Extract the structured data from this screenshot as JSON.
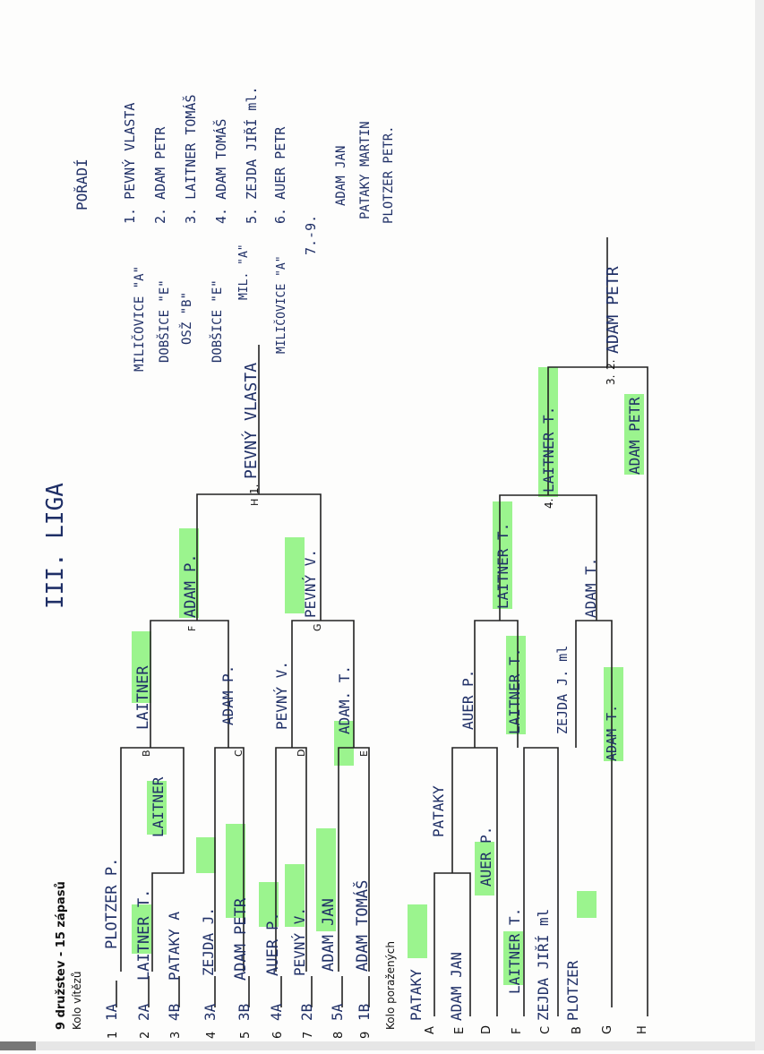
{
  "header": {
    "title": "9 družstev - 15 zápasů",
    "winners_label": "Kolo vítězů",
    "losers_label": "Kolo poražených",
    "league": "III. LIGA"
  },
  "winners": {
    "seeds": [
      {
        "num": "1",
        "code": "1A",
        "name": "PLOTZER P."
      },
      {
        "num": "2",
        "code": "2A",
        "name": "LAITNER T."
      },
      {
        "num": "3",
        "code": "4B",
        "name": "PATAKY A"
      },
      {
        "num": "4",
        "code": "3A",
        "name": "ZEJDA J."
      },
      {
        "num": "5",
        "code": "3B",
        "name": "ADAM PETR"
      },
      {
        "num": "6",
        "code": "4A",
        "name": "AUER P."
      },
      {
        "num": "7",
        "code": "2B",
        "name": "PEVNÝ V."
      },
      {
        "num": "8",
        "code": "5A",
        "name": "ADAM JAN"
      },
      {
        "num": "9",
        "code": "1B",
        "name": "ADAM TOMÁŠ"
      }
    ],
    "match_letters": [
      "B",
      "C",
      "D",
      "E",
      "F",
      "G",
      "H"
    ],
    "r1_winner": "LAITNER",
    "r2": [
      "LAITNER",
      "ADAM P.",
      "PEVNÝ V.",
      "ADAM. T."
    ],
    "r3": [
      "ADAM P.",
      "PEVNÝ V."
    ],
    "champion_marker": "1.",
    "champion": "PEVNÝ VLASTA"
  },
  "losers": {
    "rows": [
      {
        "label": "A",
        "name": "PATAKY"
      },
      {
        "label": "E",
        "name": "ADAM JAN"
      },
      {
        "label": "D",
        "name": "AUER P."
      },
      {
        "label": "F",
        "name": "LAITNER T."
      },
      {
        "label": "C",
        "name": "ZEJDA JIŘÍ ml"
      },
      {
        "label": "B",
        "name": "PLOTZER"
      },
      {
        "label": "G",
        "name": ""
      },
      {
        "label": "H",
        "name": ""
      }
    ],
    "r1_winner": "PATAKY",
    "r2": [
      "PATAKY",
      "AUER P.",
      "LAITNER T.",
      "ADAM T."
    ],
    "r3": [
      "AUER P.",
      "LAITNER T."
    ],
    "r3b": [
      "ZEJDA J. ml",
      "ADAM T."
    ],
    "r4": [
      "LAITNER T.",
      "ADAM T."
    ],
    "place4": "4.",
    "r5_top": "LAITNER T.",
    "r5_bottom": "ADAM PETR",
    "place3": "3.",
    "place2": "2.",
    "final_name": "ADAM PETR"
  },
  "matches_list": [
    "MILIČOVICE \"A\"",
    "DOBŠICE \"E\"",
    "OSŽ \"B\"",
    "DOBŠICE \"E\"",
    "MIL. \"A\"",
    "MILIČOVICE \"A\""
  ],
  "standings": {
    "title": "POŘADÍ",
    "places": [
      "1. PEVNÝ VLASTA",
      "2. ADAM PETR",
      "3. LAITNER TOMÁŠ",
      "4. ADAM TOMÁŠ",
      "5. ZEJDA JIŘÍ ml.",
      "6. AUER PETR"
    ],
    "shared_label": "7.-9.",
    "shared": [
      "ADAM JAN",
      "PATAKY MARTIN",
      "PLOTZER PETR."
    ]
  }
}
